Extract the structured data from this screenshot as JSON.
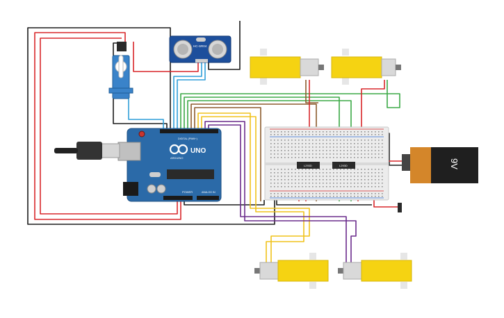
{
  "arduino": {
    "model": "UNO",
    "brand": "ARDUINO",
    "digital_label": "DIGITAL (PWM~)",
    "power_label": "POWER",
    "analog_label": "ANALOG IN",
    "color": "#2b6aa8"
  },
  "sensor": {
    "model": "HC-SR04",
    "color": "#1d4f9c"
  },
  "battery": {
    "label": "9V"
  },
  "drivers": [
    {
      "label": "L293D"
    },
    {
      "label": "L293D"
    }
  ],
  "colors": {
    "wire_red": "#d8262a",
    "wire_black": "#1b1b1b",
    "wire_brown": "#8b5a2b",
    "wire_green": "#3aa845",
    "wire_yellow": "#f0c21a",
    "wire_purple": "#6a2b8c",
    "wire_blue": "#2f9ed8",
    "motor_yellow": "#f5d312",
    "breadboard": "#ececec"
  }
}
